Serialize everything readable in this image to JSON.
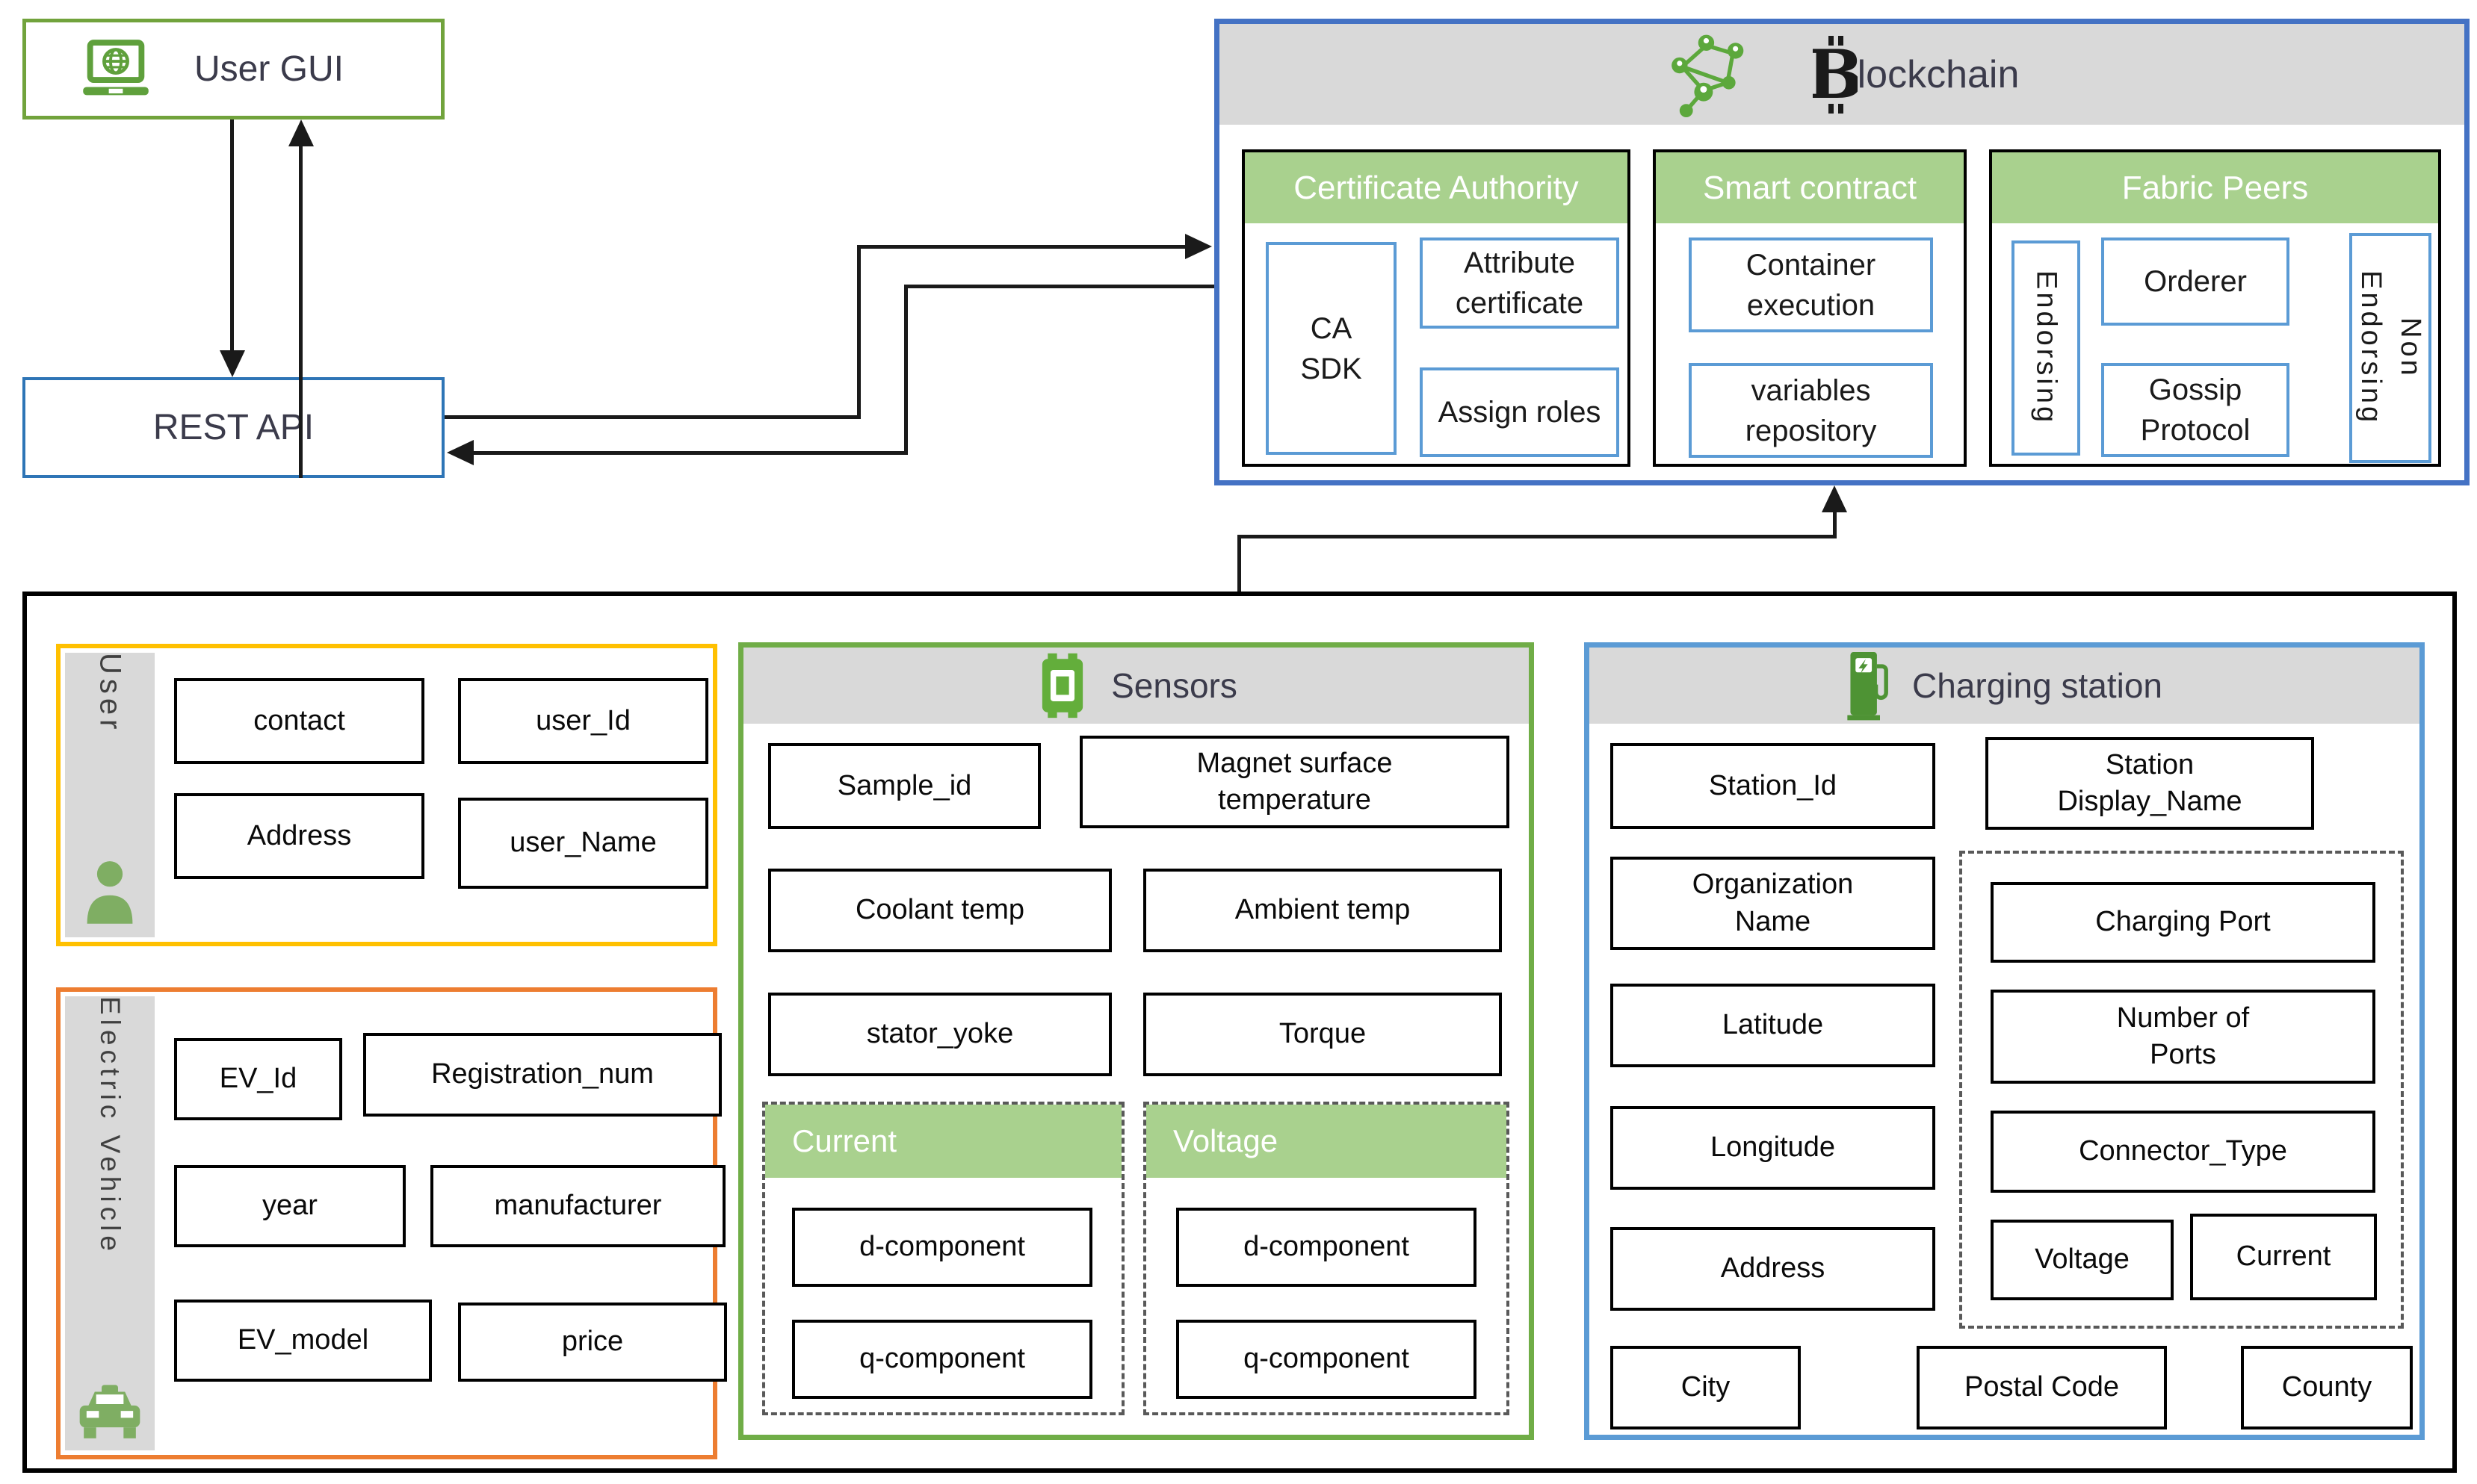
{
  "palette": {
    "green_border": "#70AD47",
    "green_header_fill": "#A9D18E",
    "gray_header": "#D9D9D9",
    "blue_outer": "#4472C4",
    "blue_inner": "#5B9BD5",
    "rest_api_blue": "#2E75B6",
    "user_gui_green": "#71A33C",
    "yellow_user": "#FFC000",
    "orange_ev": "#ED7D31",
    "icon_green": "#6FA84C"
  },
  "icons": {
    "user_gui": "laptop-globe-icon",
    "blockchain_network": "network-nodes-icon",
    "blockchain_currency": "bitcoin-b-icon",
    "user": "person-icon",
    "electric_vehicle": "car-icon",
    "sensors": "chip-icon",
    "charging_station": "ev-charger-icon"
  },
  "user_gui": {
    "label": "User GUI"
  },
  "rest_api": {
    "label": "REST API"
  },
  "blockchain": {
    "title_prefix": "B",
    "title_suffix": "lockchain",
    "certificate_authority": {
      "title": "Certificate Authority",
      "ca_sdk": "CA SDK",
      "attribute_certificate": "Attribute certificate",
      "assign_roles": "Assign roles"
    },
    "smart_contract": {
      "title": "Smart contract",
      "container_execution": "Container execution",
      "variables_repository": "variables repository"
    },
    "fabric_peers": {
      "title": "Fabric Peers",
      "endorsing": "Endorsing",
      "orderer": "Orderer",
      "gossip_protocol": "Gossip Protocol",
      "non_endorsing": "Non Endorsing"
    }
  },
  "user": {
    "title": "User",
    "fields": [
      "contact",
      "user_Id",
      "Address",
      "user_Name"
    ]
  },
  "electric_vehicle": {
    "title": "Electric Vehicle",
    "fields": [
      "EV_Id",
      "Registration_num",
      "year",
      "manufacturer",
      "EV_model",
      "price"
    ]
  },
  "sensors": {
    "title": "Sensors",
    "fields": [
      "Sample_id",
      "Magnet surface temperature",
      "Coolant temp",
      "Ambient temp",
      "stator_yoke",
      "Torque"
    ],
    "current": {
      "title": "Current",
      "fields": [
        "d-component",
        "q-component"
      ]
    },
    "voltage": {
      "title": "Voltage",
      "fields": [
        "d-component",
        "q-component"
      ]
    }
  },
  "charging_station": {
    "title": "Charging station",
    "fields_left": [
      "Station_Id",
      "Organization Name",
      "Latitude",
      "Longitude",
      "Address"
    ],
    "station_display_name": "Station Display_Name",
    "ports": {
      "fields": [
        "Charging Port",
        "Number of Ports",
        "Connector_Type",
        "Voltage",
        "Current"
      ]
    },
    "bottom_row": [
      "City",
      "Postal Code",
      "County"
    ]
  }
}
